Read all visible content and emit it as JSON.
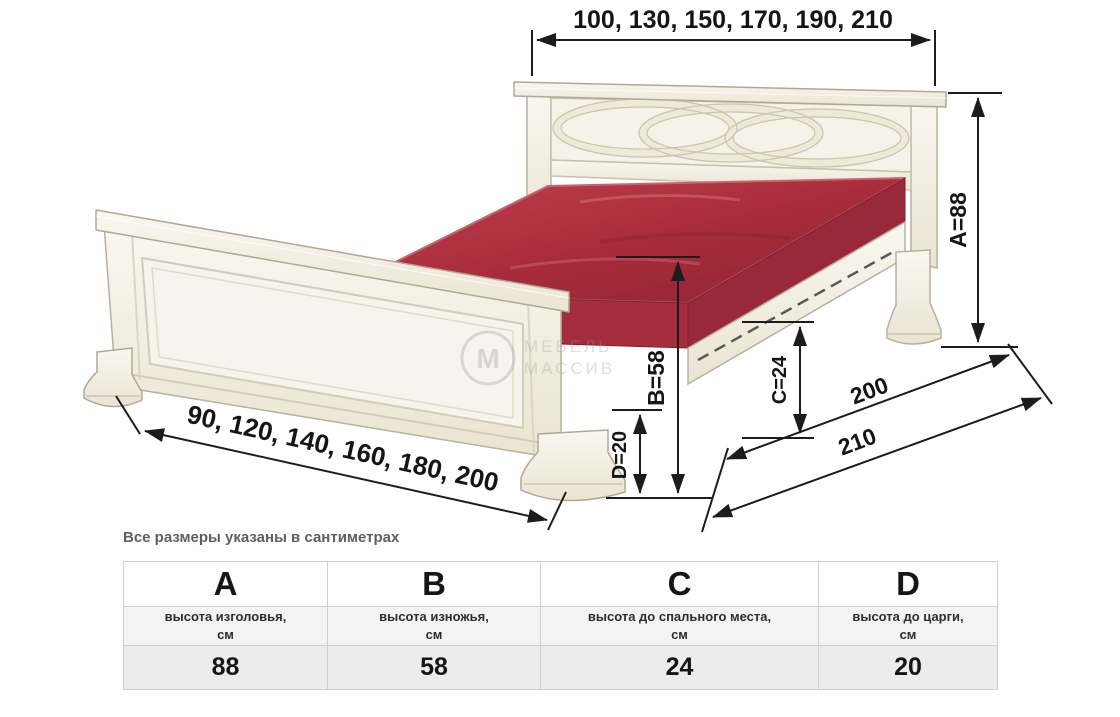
{
  "page": {
    "note": "Все размеры указаны в сантиметрах"
  },
  "diagram": {
    "labels": {
      "top_width": "100, 130, 150, 170, 190, 210",
      "bottom_width": "90, 120, 140, 160, 180, 200",
      "height_a": "А=88",
      "height_b": "В=58",
      "height_c": "С=24",
      "height_d": "D=20",
      "length_sleeping": "200",
      "length_total": "210"
    },
    "watermark": {
      "initial": "М",
      "line1": "МЕБЕЛЬ",
      "line2": "МАССИВ"
    },
    "colors": {
      "wood": "#f6f2e9",
      "wood_outline": "#b9b1a0",
      "mattress": "#a92d3c",
      "mattress_dark": "#8d2331",
      "dimension_line": "#1c1c1c"
    }
  },
  "table": {
    "columns": [
      {
        "letter": "А",
        "description": "высота изголовья,",
        "unit": "см",
        "value": "88"
      },
      {
        "letter": "В",
        "description": "высота изножья,",
        "unit": "см",
        "value": "58"
      },
      {
        "letter": "С",
        "description": "высота до спального места,",
        "unit": "см",
        "value": "24"
      },
      {
        "letter": "D",
        "description": "высота до царги,",
        "unit": "см",
        "value": "20"
      }
    ]
  }
}
